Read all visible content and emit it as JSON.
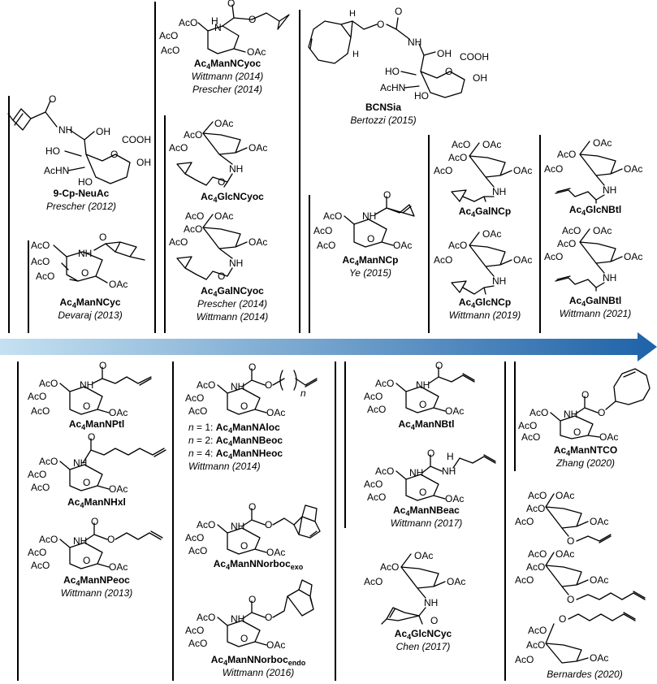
{
  "atoms": {
    "aco": "AcO",
    "oac": "OAc",
    "ho": "HO",
    "oh": "OH",
    "acnh": "AcHN",
    "cooh": "COOH",
    "o": "O",
    "nh": "NH",
    "n": "N",
    "h": "H"
  },
  "compounds": [
    {
      "name_main": "9-Cp-NeuAc",
      "authors": [
        "Prescher (2012)"
      ]
    },
    {
      "name_prefix": "Ac",
      "name_sub": "4",
      "name_main": "ManNCyc",
      "authors": [
        "Devaraj (2013)"
      ]
    },
    {
      "name_prefix": "Ac",
      "name_sub": "4",
      "name_main": "ManNCyoc",
      "authors": [
        "Wittmann (2014)",
        "Prescher (2014)"
      ]
    },
    {
      "name_prefix": "Ac",
      "name_sub": "4",
      "name_main": "GlcNCyoc",
      "authors": []
    },
    {
      "name_prefix": "Ac",
      "name_sub": "4",
      "name_main": "GalNCyoc",
      "authors": [
        "Prescher (2014)",
        "Wittmann (2014)"
      ]
    },
    {
      "name_main": "BCNSia",
      "authors": [
        "Bertozzi (2015)"
      ]
    },
    {
      "name_prefix": "Ac",
      "name_sub": "4",
      "name_main": "ManNCp",
      "authors": [
        "Ye (2015)"
      ]
    },
    {
      "name_prefix": "Ac",
      "name_sub": "4",
      "name_main": "GalNCp",
      "authors": []
    },
    {
      "name_prefix": "Ac",
      "name_sub": "4",
      "name_main": "GlcNCp",
      "authors": [
        "Wittmann (2019)"
      ]
    },
    {
      "name_prefix": "Ac",
      "name_sub": "4",
      "name_main": "GlcNBtl",
      "authors": []
    },
    {
      "name_prefix": "Ac",
      "name_sub": "4",
      "name_main": "GalNBtl",
      "authors": [
        "Wittmann (2021)"
      ]
    },
    {
      "name_prefix": "Ac",
      "name_sub": "4",
      "name_main": "ManNPtl",
      "authors": []
    },
    {
      "name_prefix": "Ac",
      "name_sub": "4",
      "name_main": "ManNHxl",
      "authors": []
    },
    {
      "name_prefix": "Ac",
      "name_sub": "4",
      "name_main": "ManNPeoc",
      "authors": [
        "Wittmann (2013)"
      ]
    },
    {
      "name_prefix": "Ac",
      "name_sub": "4",
      "name_main": "ManNNorboc",
      "name_tail": "exo",
      "authors": []
    },
    {
      "name_prefix": "Ac",
      "name_sub": "4",
      "name_main": "ManNNorboc",
      "name_tail": "endo",
      "authors": [
        "Wittmann (2016)"
      ]
    },
    {
      "name_prefix": "Ac",
      "name_sub": "4",
      "name_main": "ManNBtl",
      "authors": []
    },
    {
      "name_prefix": "Ac",
      "name_sub": "4",
      "name_main": "ManNBeac",
      "authors": [
        "Wittmann (2017)"
      ]
    },
    {
      "name_prefix": "Ac",
      "name_sub": "4",
      "name_main": "GlcNCyc",
      "authors": [
        "Chen (2017)"
      ]
    },
    {
      "name_prefix": "Ac",
      "name_sub": "4",
      "name_main": "ManNTCO",
      "authors": [
        "Zhang (2020)"
      ]
    },
    {
      "name_main": "",
      "authors": [
        "Bernardes (2020)"
      ]
    }
  ],
  "nalloc": {
    "lines": [
      {
        "n_label": "n",
        "value": "= 1: ",
        "name_prefix": "Ac",
        "name_sub": "4",
        "name_main": "ManNAloc"
      },
      {
        "n_label": "n",
        "value": "= 2: ",
        "name_prefix": "Ac",
        "name_sub": "4",
        "name_main": "ManNBeoc"
      },
      {
        "n_label": "n",
        "value": "= 4: ",
        "name_prefix": "Ac",
        "name_sub": "4",
        "name_main": "ManNHeoc"
      }
    ],
    "authors": [
      "Wittmann (2014)"
    ],
    "subscript_n": "n"
  },
  "arrow": {
    "gradient_start": "#c5e1f1",
    "gradient_end": "#1e62a8"
  }
}
